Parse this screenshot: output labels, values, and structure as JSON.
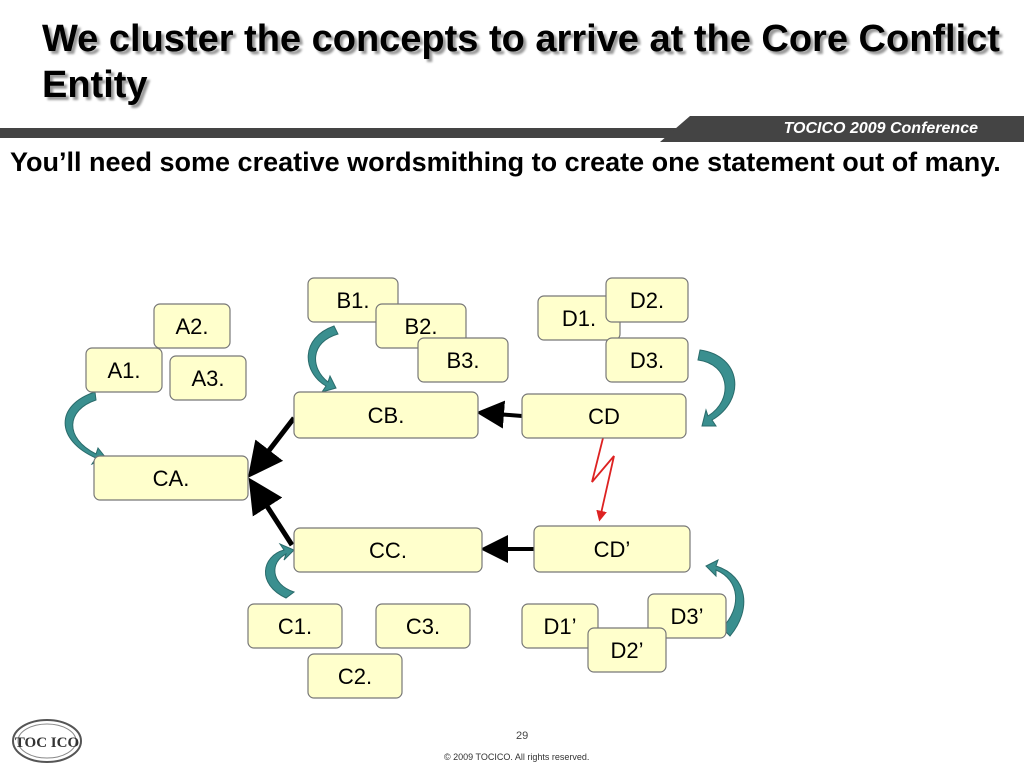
{
  "slide": {
    "title": "We cluster the concepts to arrive at the Core Conflict Entity",
    "subtitle": "You’ll need some creative wordsmithing to create one statement out of many.",
    "conference": "TOCICO 2009 Conference",
    "page_number": "29",
    "copyright": "© 2009 TOCICO. All rights reserved.",
    "logo_text": "TOC ICO"
  },
  "colors": {
    "node_fill": "#ffffcc",
    "node_border": "#777777",
    "band": "#444444",
    "curved_arrow": "#3a8f8f",
    "conflict_arrow": "#dd2222"
  },
  "nodes": {
    "a1": "A1.",
    "a2": "A2.",
    "a3": "A3.",
    "b1": "B1.",
    "b2": "B2.",
    "b3": "B3.",
    "c1": "C1.",
    "c2": "C2.",
    "c3": "C3.",
    "d1": "D1.",
    "d2": "D2.",
    "d3": "D3.",
    "d1p": "D1’",
    "d2p": "D2’",
    "d3p": "D3’",
    "ca": "CA.",
    "cb": "CB.",
    "cc": "CC.",
    "cd": "CD",
    "cdp": "CD’"
  }
}
